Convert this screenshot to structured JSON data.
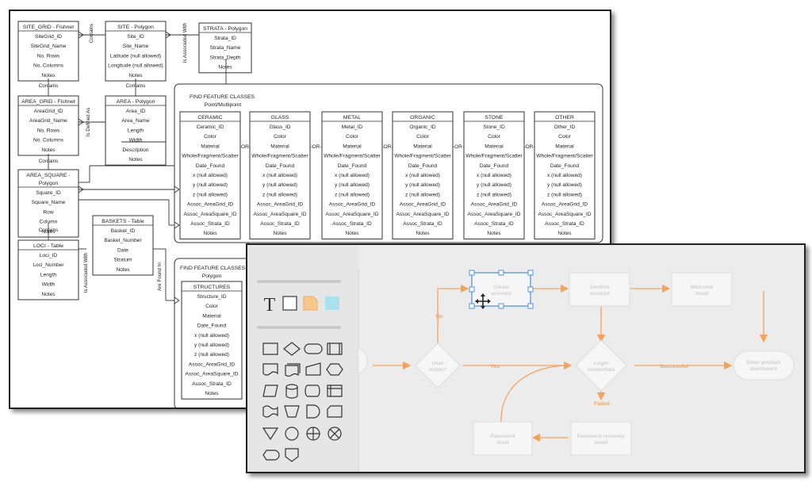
{
  "erd": {
    "entities": {
      "site_grid": {
        "title": "SITE_GRID - Fishnet",
        "fields": [
          "SiteGrid_ID",
          "SiteGrid_Name",
          "No. Rows",
          "No. Columns",
          "Notes"
        ]
      },
      "site": {
        "title": "SITE - Polygon",
        "fields": [
          "Site_ID",
          "Site_Name",
          "Latitude (null allowed)",
          "Longitude (null allowed)",
          "Notes"
        ]
      },
      "strata": {
        "title": "STRATA - Polygon",
        "fields": [
          "Strata_ID",
          "Strata_Name",
          "Strata_Depth",
          "Notes"
        ]
      },
      "area_grid": {
        "title": "AREA_GRID - Fishnet",
        "fields": [
          "AreaGrid_ID",
          "AreaGrid_Name",
          "No. Rows",
          "No. Columns",
          "Notes"
        ]
      },
      "area": {
        "title": "AREA - Polygon",
        "fields": [
          "Area_ID",
          "Area_Name",
          "Length",
          "Width",
          "Description",
          "Notes"
        ]
      },
      "area_square": {
        "title": "AREA_SQUARE -",
        "title2": "Polygon",
        "fields": [
          "Square_ID",
          "Square_Name",
          "Row",
          "Column",
          "Notes"
        ]
      },
      "baskets": {
        "title": "BASKETS - Table",
        "fields": [
          "Basket_ID",
          "Basket_Number",
          "Date",
          "Stratum",
          "Notes"
        ]
      },
      "loci": {
        "title": "LOCI - Table",
        "fields": [
          "Loci_ID",
          "Loci_Number",
          "Length",
          "Width",
          "Notes"
        ]
      },
      "ceramic": {
        "title": "CERAMIC",
        "fields": [
          "Ceramic_ID",
          "Color",
          "Material",
          "Whole/Fragment/Scatter",
          "Date_Found",
          "x (null allowed)",
          "y (null allowed)",
          "z (null allowed)",
          "Assoc_AreaGrid_ID",
          "Assoc_AreaSquare_ID",
          "Assoc_Strata_ID",
          "Notes"
        ]
      },
      "glass": {
        "title": "GLASS",
        "fields": [
          "Glass_ID",
          "Color",
          "Material",
          "Whole/Fragment/Scatter",
          "Date_Found",
          "x (null allowed)",
          "y (null allowed)",
          "z (null allowed)",
          "Assoc_AreaGrid_ID",
          "Assoc_AreaSquare_ID",
          "Assoc_Strata_ID",
          "Notes"
        ]
      },
      "metal": {
        "title": "METAL",
        "fields": [
          "Metal_ID",
          "Color",
          "Material",
          "Whole/Fragment/Scatter",
          "Date_Found",
          "x (null allowed)",
          "y (null allowed)",
          "z (null allowed)",
          "Assoc_AreaGrid_ID",
          "Assoc_AreaSquare_ID",
          "Assoc_Strata_ID",
          "Notes"
        ]
      },
      "organic": {
        "title": "ORGANIC",
        "fields": [
          "Organic_ID",
          "Color",
          "Material",
          "Whole/Fragment/Scatter",
          "Date_Found",
          "x (null allowed)",
          "y (null allowed)",
          "z (null allowed)",
          "Assoc_AreaGrid_ID",
          "Assoc_AreaSquare_ID",
          "Assoc_Strata_ID",
          "Notes"
        ]
      },
      "stone": {
        "title": "STONE",
        "fields": [
          "Stone_ID",
          "Color",
          "Material",
          "Whole/Fragment/Scatter",
          "Date_Found",
          "x (null allowed)",
          "y (null allowed)",
          "z (null allowed)",
          "Assoc_AreaGrid_ID",
          "Assoc_AreaSquare_ID",
          "Assoc_Strata_ID",
          "Notes"
        ]
      },
      "other": {
        "title": "OTHER",
        "fields": [
          "Other_ID",
          "Color",
          "Material",
          "Whole/Fragment/Scatter",
          "Date_Found",
          "x (null allowed)",
          "y (null allowed)",
          "z (null allowed)",
          "Assoc_AreaGrid_ID",
          "Assoc_AreaSquare_ID",
          "Assoc_Strata_ID",
          "Notes"
        ]
      },
      "structures": {
        "title": "STRUCTURES",
        "fields": [
          "Structure_ID",
          "Color",
          "Material",
          "Date_Found",
          "x (null allowed)",
          "y (null allowed)",
          "z (null allowed)",
          "Assoc_AreaGrid_ID",
          "Assoc_AreaSquare_ID",
          "Assoc_Strata_ID",
          "Notes"
        ]
      }
    },
    "groups": {
      "point": {
        "title": "FIND FEATURE CLASSES",
        "subtitle": "Point/Multipoint"
      },
      "polygon": {
        "title": "FIND FEATURE CLASSES",
        "subtitle": "Polygon"
      }
    },
    "relations": {
      "contains": "Contains",
      "is_associated_with": "Is Associated With",
      "is_defined_as": "Is Defined As",
      "are_found_in": "Are Found In",
      "are_f": "Are F",
      "or": "-OR-"
    }
  },
  "flowchart": {
    "nodes": {
      "create_account": "Create account",
      "confirm_account": "Confirm account",
      "welcome_email": "Welcome email",
      "user_exists": "User exists?",
      "login_credentials": "Login credentials",
      "enter_dashboard": "Enter product dashboard",
      "password_reset": "Password reset",
      "password_recovery": "Password recovery email"
    },
    "edges": {
      "no": "No",
      "yes": "Yes",
      "successful": "Successful",
      "failed": "Failed"
    },
    "toolbar": {
      "text_tool": "T",
      "icons": [
        "text-tool-icon",
        "rectangle-icon",
        "sticky-note-icon",
        "color-block-icon",
        "process-shape-icon",
        "decision-shape-icon",
        "terminator-shape-icon",
        "predefined-process-icon",
        "document-shape-icon",
        "multi-document-icon",
        "manual-input-icon",
        "preparation-shape-icon",
        "data-shape-icon",
        "database-shape-icon",
        "direct-access-icon",
        "internal-storage-icon",
        "tape-shape-icon",
        "manual-operation-icon",
        "delay-shape-icon",
        "card-shape-icon",
        "merge-shape-icon",
        "connector-shape-icon",
        "or-shape-icon",
        "summing-junction-icon",
        "display-shape-icon",
        "off-page-icon"
      ]
    },
    "colors": {
      "accent": "#f5a25d",
      "selection": "#4a90e2",
      "canvas": "#ececec"
    }
  }
}
